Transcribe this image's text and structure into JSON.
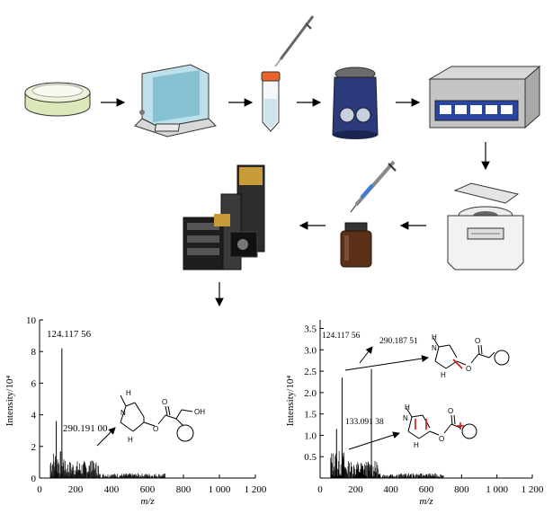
{
  "workflow": {
    "steps": [
      "petri-dish",
      "analytical-balance",
      "pipette",
      "centrifuge-tube",
      "vortex-mixer",
      "ultrasonic-bath",
      "centrifuge",
      "syringe-filter",
      "sample-vial",
      "lc-ms-instrument"
    ],
    "colors": {
      "petri": "#dce8b8",
      "balance": "#5aa9c0",
      "vortex": "#2a3a7a",
      "bath": "#2a45a0",
      "tube_cap": "#e8632a",
      "vial": "#5a3018"
    }
  },
  "chart_data": [
    {
      "type": "bar",
      "xlabel_italic": "m/z",
      "ylabel": "Intensity/10⁴",
      "xlim": [
        0,
        1200
      ],
      "ylim": [
        0,
        10
      ],
      "xticks": [
        "0",
        "200",
        "400",
        "600",
        "800",
        "1 000",
        "1 200"
      ],
      "yticks": [
        "0",
        "2",
        "4",
        "6",
        "8",
        "10"
      ],
      "ytick_values": [
        0,
        2,
        4,
        6,
        8,
        10
      ],
      "peaks": [
        {
          "mz": 124.11756,
          "intensity": 8.2
        },
        {
          "mz": 93,
          "intensity": 3.6
        },
        {
          "mz": 290.191,
          "intensity": 1.1
        }
      ],
      "annotations": [
        "124.117 56",
        "290.191 00"
      ],
      "structure_labels": [
        "N",
        "H",
        "H",
        "O",
        "O",
        "OH"
      ]
    },
    {
      "type": "bar",
      "xlabel_italic": "m/z",
      "ylabel": "Intensity/10⁴",
      "xlim": [
        0,
        1200
      ],
      "ylim": [
        0,
        3.7
      ],
      "xticks": [
        "0",
        "200",
        "400",
        "600",
        "800",
        "1 000",
        "1 200"
      ],
      "yticks": [
        "0.5",
        "1.0",
        "1.5",
        "2.0",
        "2.5",
        "3.0",
        "3.5"
      ],
      "ytick_values": [
        0.5,
        1.0,
        1.5,
        2.0,
        2.5,
        3.0,
        3.5
      ],
      "peaks": [
        {
          "mz": 124.11756,
          "intensity": 2.35
        },
        {
          "mz": 290.18751,
          "intensity": 2.55
        },
        {
          "mz": 133.09138,
          "intensity": 0.45
        },
        {
          "mz": 93,
          "intensity": 1.15
        }
      ],
      "annotations": [
        "124.117 56",
        "290.187 51",
        "133.091 38"
      ],
      "structure_labels": [
        "N",
        "H",
        "H",
        "O",
        "O",
        "N",
        "H",
        "H",
        "O",
        "O"
      ]
    }
  ]
}
